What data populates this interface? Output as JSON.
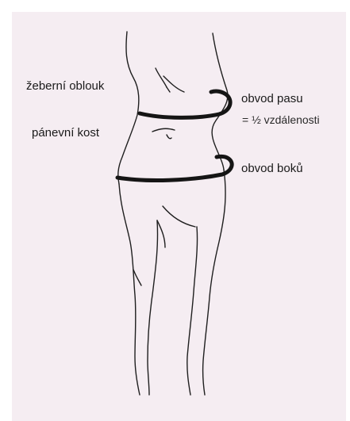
{
  "labels": {
    "rib_arch": "žeberní oblouk",
    "pelvic_bone": "pánevní kost",
    "waist_circumference": "obvod pasu",
    "waist_note": "= ½ vzdálenosti",
    "hip_circumference": "obvod boků"
  },
  "colors": {
    "background_panel": "#f5edf2",
    "line": "#1a1a1a"
  }
}
